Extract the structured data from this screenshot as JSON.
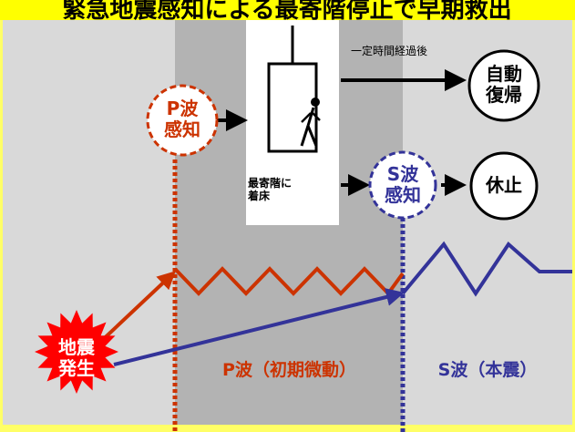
{
  "header": {
    "title": "緊急地震感知による最寄階停止で早期救出",
    "background_color": "#ffff00"
  },
  "phases": {
    "p_wave_label": "P波（初期微動）",
    "s_wave_label": "S波（本震）"
  },
  "nodes": {
    "p_wave_detect": "P波\n感知",
    "s_wave_detect": "S波\n感知",
    "auto_return": "自動\n復帰",
    "stop": "休止",
    "earthquake": "地震\n発生"
  },
  "annotations": {
    "after_time": "一定時間経過後",
    "nearest_floor": "最寄階に\n着床"
  },
  "colors": {
    "frame_yellow": "#ffff66",
    "band_light": "#d9d9d9",
    "band_dark": "#b3b3b3",
    "p_wave": "#cc3300",
    "s_wave": "#333399",
    "burst": "#ff0000",
    "text_dark": "#000000",
    "text_light": "#ffffff"
  },
  "icons": {
    "elevator": "elevator-person-walking-icon",
    "burst": "starburst-icon"
  }
}
